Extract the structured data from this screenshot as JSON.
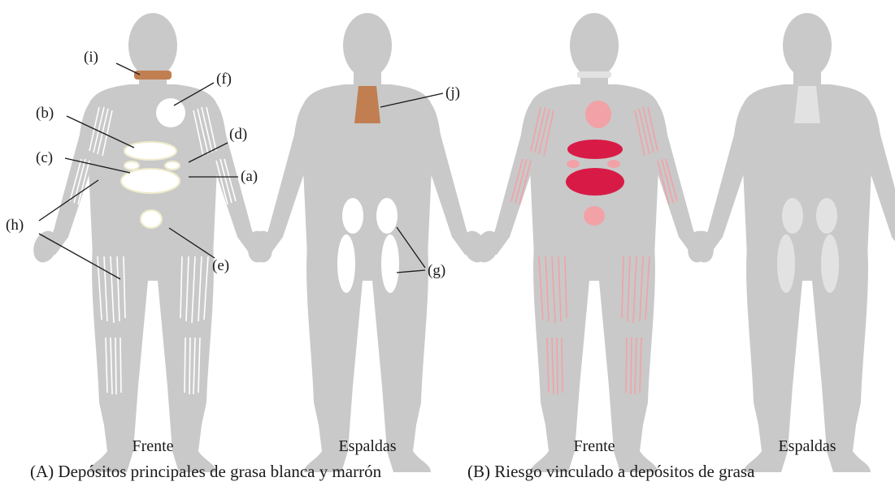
{
  "colors": {
    "body": "#c9c9c9",
    "white_fat": "#ffffff",
    "white_fat_outline": "#efeccb",
    "brown_fat": "#c17e50",
    "risk_high": "#d81b46",
    "risk_low": "#f2a2a6",
    "back_faded": "#e2e2e2"
  },
  "icons": [
    "human-front-silhouette",
    "human-back-silhouette"
  ],
  "panel_a": {
    "caption": "(A) Depósitos principales de grasa blanca y marrón",
    "front_label": "Frente",
    "back_label": "Espaldas",
    "labels": {
      "a": "(a)",
      "b": "(b)",
      "c": "(c)",
      "d": "(d)",
      "e": "(e)",
      "f": "(f)",
      "g": "(g)",
      "h": "(h)",
      "i": "(i)",
      "j": "(j)"
    }
  },
  "panel_b": {
    "caption": "(B)  Riesgo vinculado a depósitos de grasa",
    "front_label": "Frente",
    "back_label": "Espaldas"
  }
}
